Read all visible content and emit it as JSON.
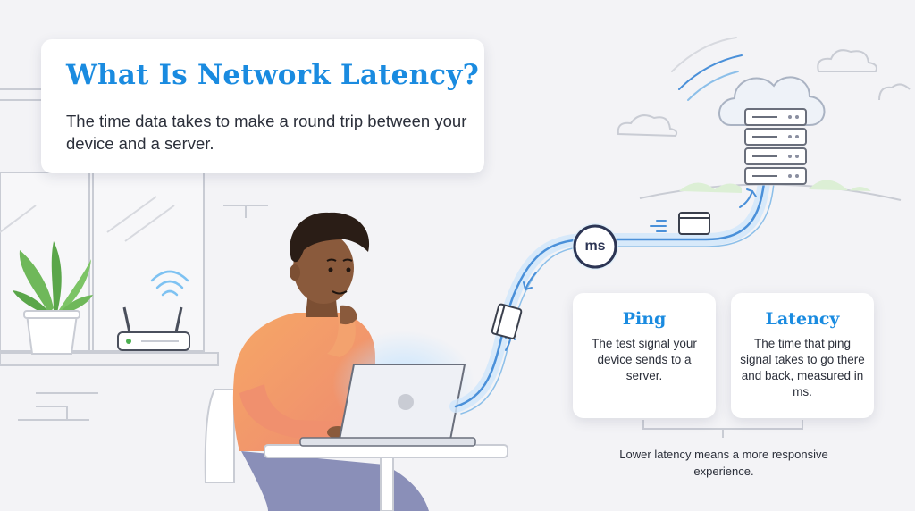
{
  "title": "What Is Network Latency?",
  "subtitle": "The time data takes to make a round trip between your device and a server.",
  "badge": "ms",
  "definitions": [
    {
      "term": "Ping",
      "description": "The test signal your device sends to a server."
    },
    {
      "term": "Latency",
      "description": "The time that ping signal takes to go there and back, measured in ms."
    }
  ],
  "footnote": "Lower latency means a more responsive experience.",
  "colors": {
    "accent": "#1a8be0",
    "text": "#2b2f3a",
    "background": "#f3f3f6",
    "shirt": "#f6a766",
    "skin": "#8a5a3c"
  },
  "icons": [
    "cloud-icon",
    "server-icon",
    "laptop-icon",
    "router-icon",
    "plant-icon",
    "data-packet-icon",
    "wifi-signal-icon"
  ]
}
